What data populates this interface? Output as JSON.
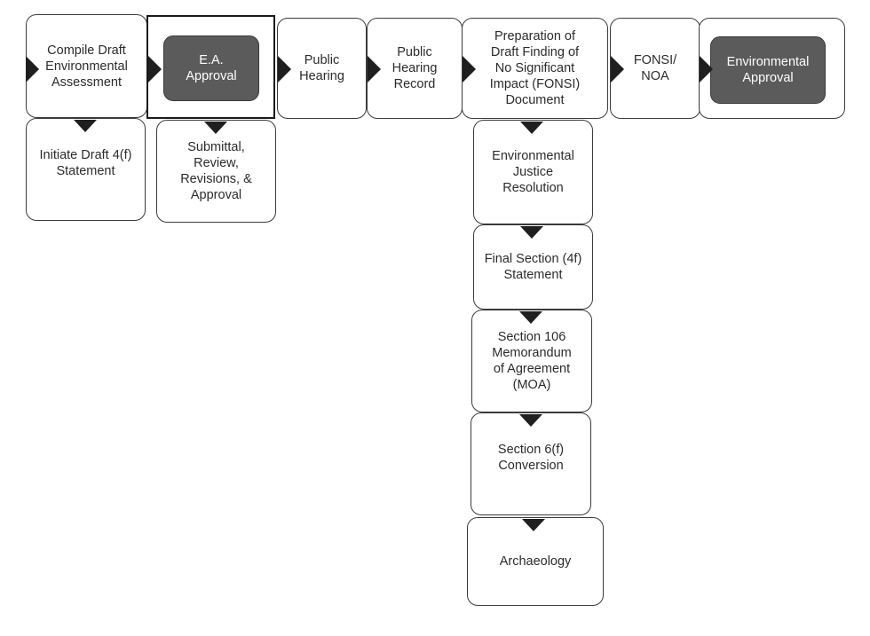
{
  "nodes": {
    "compile_draft_ea": "Compile Draft\nEnvironmental\nAssessment",
    "ea_approval": "E.A.\nApproval",
    "public_hearing": "Public\nHearing",
    "public_hearing_record": "Public\nHearing\nRecord",
    "fonsi_preparation": "Preparation of\nDraft Finding of\nNo Significant\nImpact (FONSI)\nDocument",
    "fonsi_noa": "FONSI/\nNOA",
    "environmental_approval": "Environmental\nApproval",
    "initiate_draft_4f": "Initiate Draft 4(f)\nStatement",
    "submittal_review": "Submittal,\nReview,\nRevisions, &\nApproval",
    "environmental_justice": "Environmental\nJustice\nResolution",
    "final_section_4f": "Final Section (4f)\nStatement",
    "section_106_moa": "Section 106\nMemorandum\nof Agreement\n(MOA)",
    "section_6f": "Section 6(f)\nConversion",
    "archaeology": "Archaeology"
  },
  "colors": {
    "node_fill": "#ffffff",
    "node_border": "#3a3a3a",
    "highlight_fill": "#5b5b5b",
    "arrow": "#1f1f1f"
  }
}
